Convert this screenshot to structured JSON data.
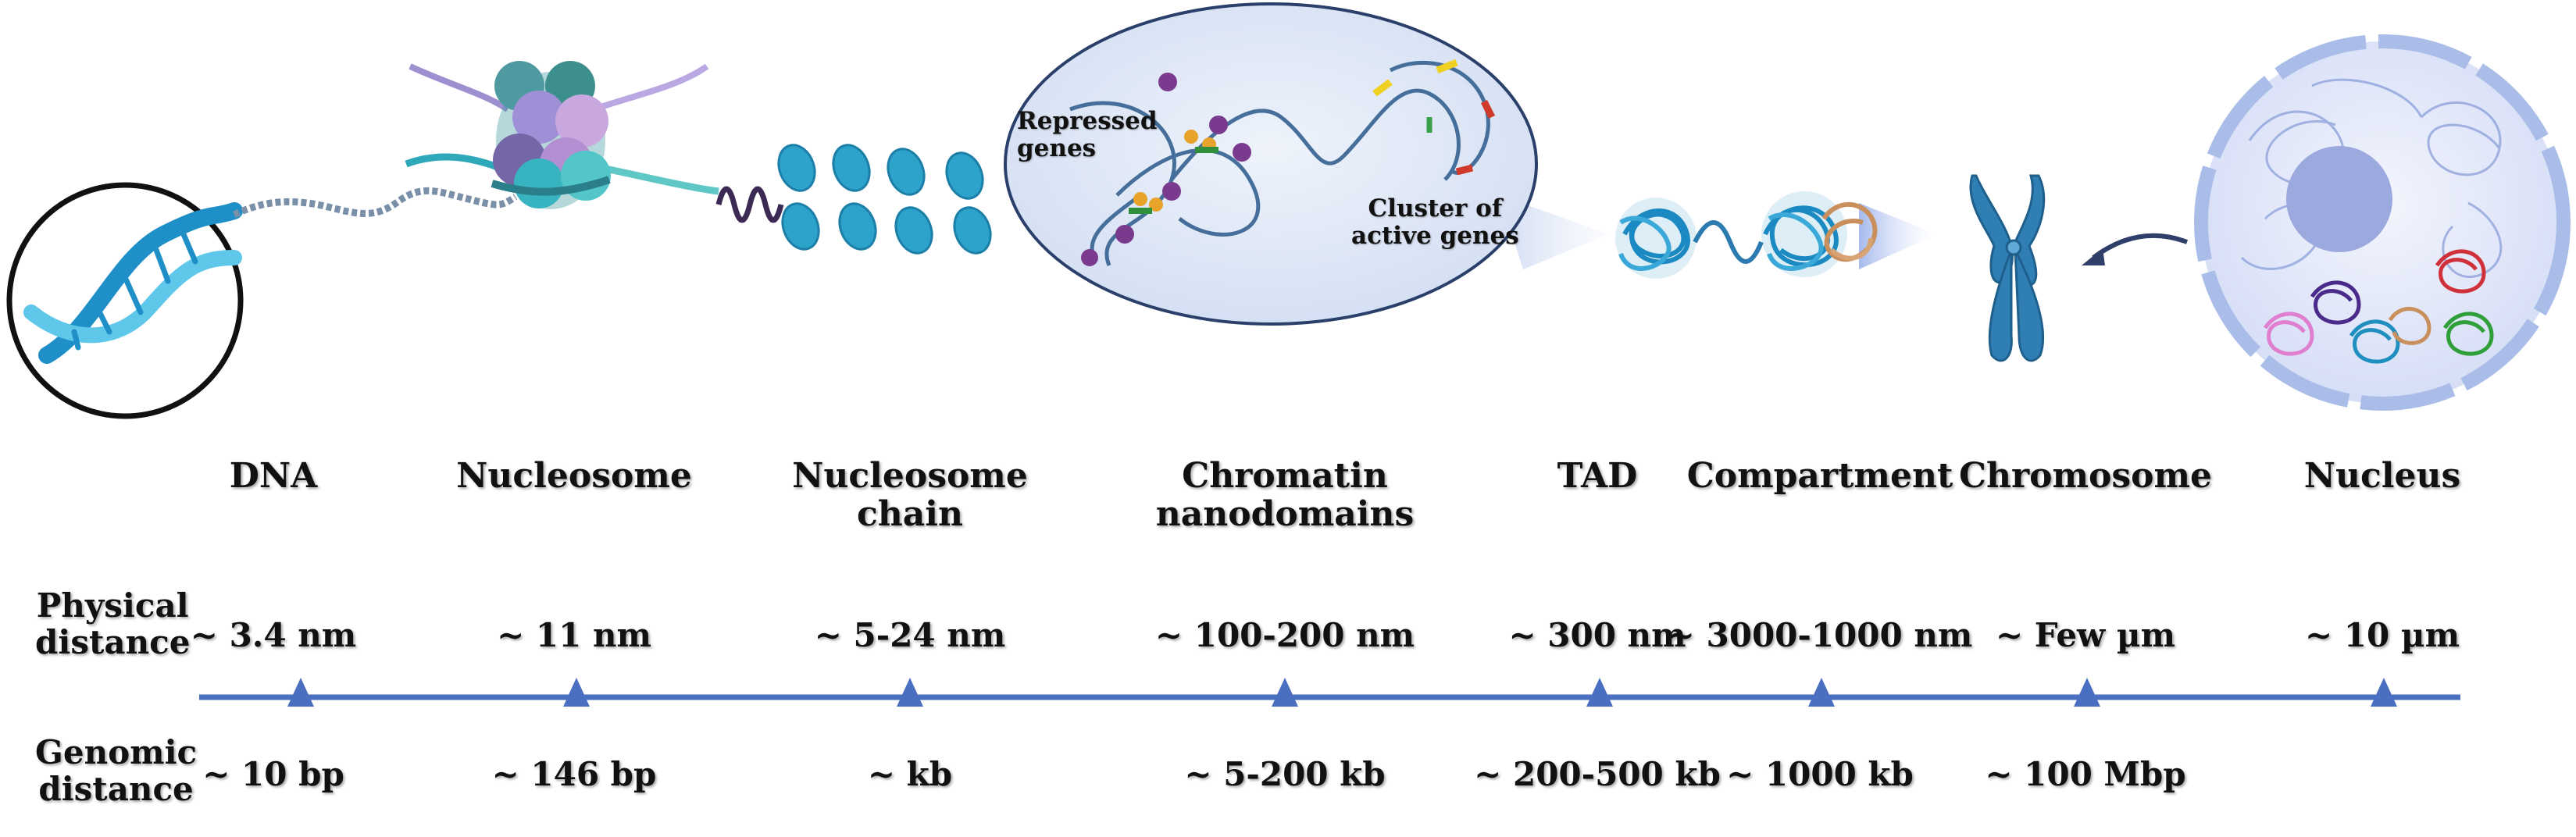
{
  "colors": {
    "axis": "#4a6fc0",
    "dna": "#2aa7d6",
    "histone_teal": "#2fb3c4",
    "histone_purple": "#8f7fc8",
    "bubble_fill": "#dfe8f7",
    "chromosome": "#2f7fb5",
    "nucleus_membrane": "#a9bde8",
    "nucleolus": "#9ba9df"
  },
  "icons": [
    "dna-helix-icon",
    "nucleosome-icon",
    "nucleosome-chain-icon",
    "chromatin-nanodomain-icon",
    "tad-icon",
    "compartment-icon",
    "chromosome-icon",
    "nucleus-icon"
  ],
  "row_labels": {
    "physical": "Physical\ndistance",
    "genomic": "Genomic\ndistance"
  },
  "callouts": {
    "repressed": "Repressed\ngenes",
    "active": "Cluster of\nactive genes"
  },
  "stages": [
    {
      "name": "DNA",
      "physical": "~ 3.4 nm",
      "genomic": "~ 10 bp"
    },
    {
      "name": "Nucleosome",
      "physical": "~ 11 nm",
      "genomic": "~ 146 bp"
    },
    {
      "name": "Nucleosome\nchain",
      "physical": "~ 5-24 nm",
      "genomic": "~ kb"
    },
    {
      "name": "Chromatin\nnanodomains",
      "physical": "~ 100-200 nm",
      "genomic": "~ 5-200 kb"
    },
    {
      "name": "TAD",
      "physical": "~ 300 nm",
      "genomic": "~ 200-500 kb"
    },
    {
      "name": "Compartment",
      "physical": "~ 3000-1000 nm",
      "genomic": "~ 1000 kb"
    },
    {
      "name": "Chromosome",
      "physical": "~ Few µm",
      "genomic": "~ 100 Mbp"
    },
    {
      "name": "Nucleus",
      "physical": "~ 10 µm",
      "genomic": ""
    }
  ]
}
